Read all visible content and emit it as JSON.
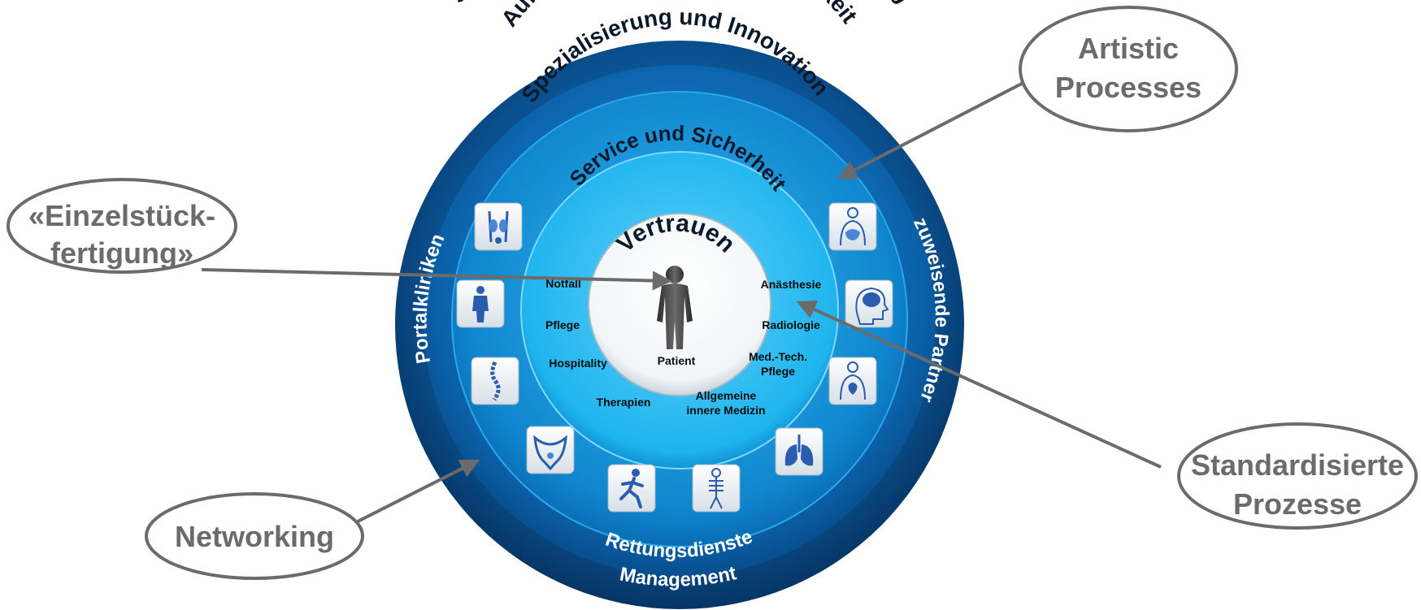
{
  "rings": {
    "outer": "Soziale und unternehmerische Verantwortung",
    "second": "Aufmerksamkeit und Verlässlichkeit",
    "third": "Spezialisierung und Innovation",
    "fourth": "Service und Sicherheit",
    "core": "Vertrauen"
  },
  "sides": {
    "left": "Portalkliniken",
    "right": "zuweisende Partner",
    "bottom_inner": "Rettungsdienste",
    "bottom_outer": "Management"
  },
  "patient_label": "Patient",
  "departments": {
    "notfall": "Notfall",
    "pflege": "Pflege",
    "hospitality": "Hospitality",
    "therapien": "Therapien",
    "allgemeine_1": "Allgemeine",
    "allgemeine_2": "innere Medizin",
    "anaesthesie": "Anästhesie",
    "radiologie": "Radiologie",
    "medtech_1": "Med.-Tech.",
    "medtech_2": "Pflege"
  },
  "callouts": {
    "artistic_1": "Artistic",
    "artistic_2": "Processes",
    "einzel_1": "«Einzelstück-",
    "einzel_2": "fertigung»",
    "networking": "Networking",
    "standard_1": "Standardisierte",
    "standard_2": "Prozesse"
  },
  "icons": [
    "kidney-system-icon",
    "body-figure-icon",
    "spine-icon",
    "pelvis-icon",
    "runner-icon",
    "skeleton-icon",
    "lungs-icon",
    "heart-torso-icon",
    "head-brain-icon",
    "torso-organ-icon"
  ],
  "colors": {
    "ring_outer": "#0a4f8e",
    "ring_second": "#0b5fa6",
    "ring_third": "#0d7cc6",
    "ring_fourth": "#12a9e6",
    "core": "#ffffff",
    "callout_stroke": "#6b6b6b",
    "callout_text": "#6b6b6b"
  }
}
